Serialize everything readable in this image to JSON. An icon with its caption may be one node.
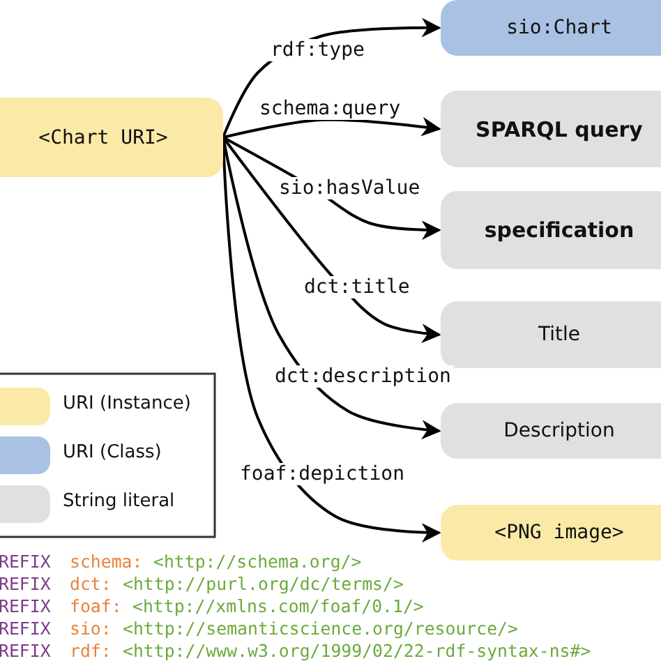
{
  "diagram": {
    "nodes": [
      {
        "text": [
          "<Chart URI>"
        ]
      },
      {
        "text": [
          "sio:Chart"
        ]
      },
      {
        "text": [
          "SPARQL query"
        ]
      },
      {
        "text": [
          "specification"
        ]
      },
      {
        "text": [
          "Title"
        ]
      },
      {
        "text": [
          "Description"
        ]
      },
      {
        "text": [
          "<PNG image>"
        ]
      }
    ],
    "edges": [
      {
        "from": 0,
        "to": 1,
        "arrow": "to",
        "label": "rdf:type"
      },
      {
        "from": 0,
        "to": 2,
        "arrow": "to",
        "label": "schema:query"
      },
      {
        "from": 0,
        "to": 3,
        "arrow": "to",
        "label": "sio:hasValue"
      },
      {
        "from": 0,
        "to": 4,
        "arrow": "to",
        "label": "dct:title"
      },
      {
        "from": 0,
        "to": 5,
        "arrow": "to",
        "label": "dct:description"
      },
      {
        "from": 0,
        "to": 6,
        "arrow": "to",
        "label": "foaf:depiction"
      }
    ],
    "labels": [
      "REFIX",
      "schema:",
      "<http://schema.org/>",
      "REFIX",
      "dct:",
      "<http://purl.org/dc/terms/>",
      "REFIX",
      "foaf:",
      "<http://xmlns.com/foaf/0.1/>",
      "REFIX",
      "sio:",
      "<http://semanticscience.org/resource/>",
      "REFIX",
      "rdf:",
      "<http://www.w3.org/1999/02/22-rdf-syntax-ns#>"
    ],
    "legend": [
      {
        "text": "URI (Instance)",
        "color": "#fbe9a8"
      },
      {
        "text": "URI (Class)",
        "color": "#a9c1e2"
      },
      {
        "text": "String literal",
        "color": "#e0e0e0"
      }
    ]
  }
}
